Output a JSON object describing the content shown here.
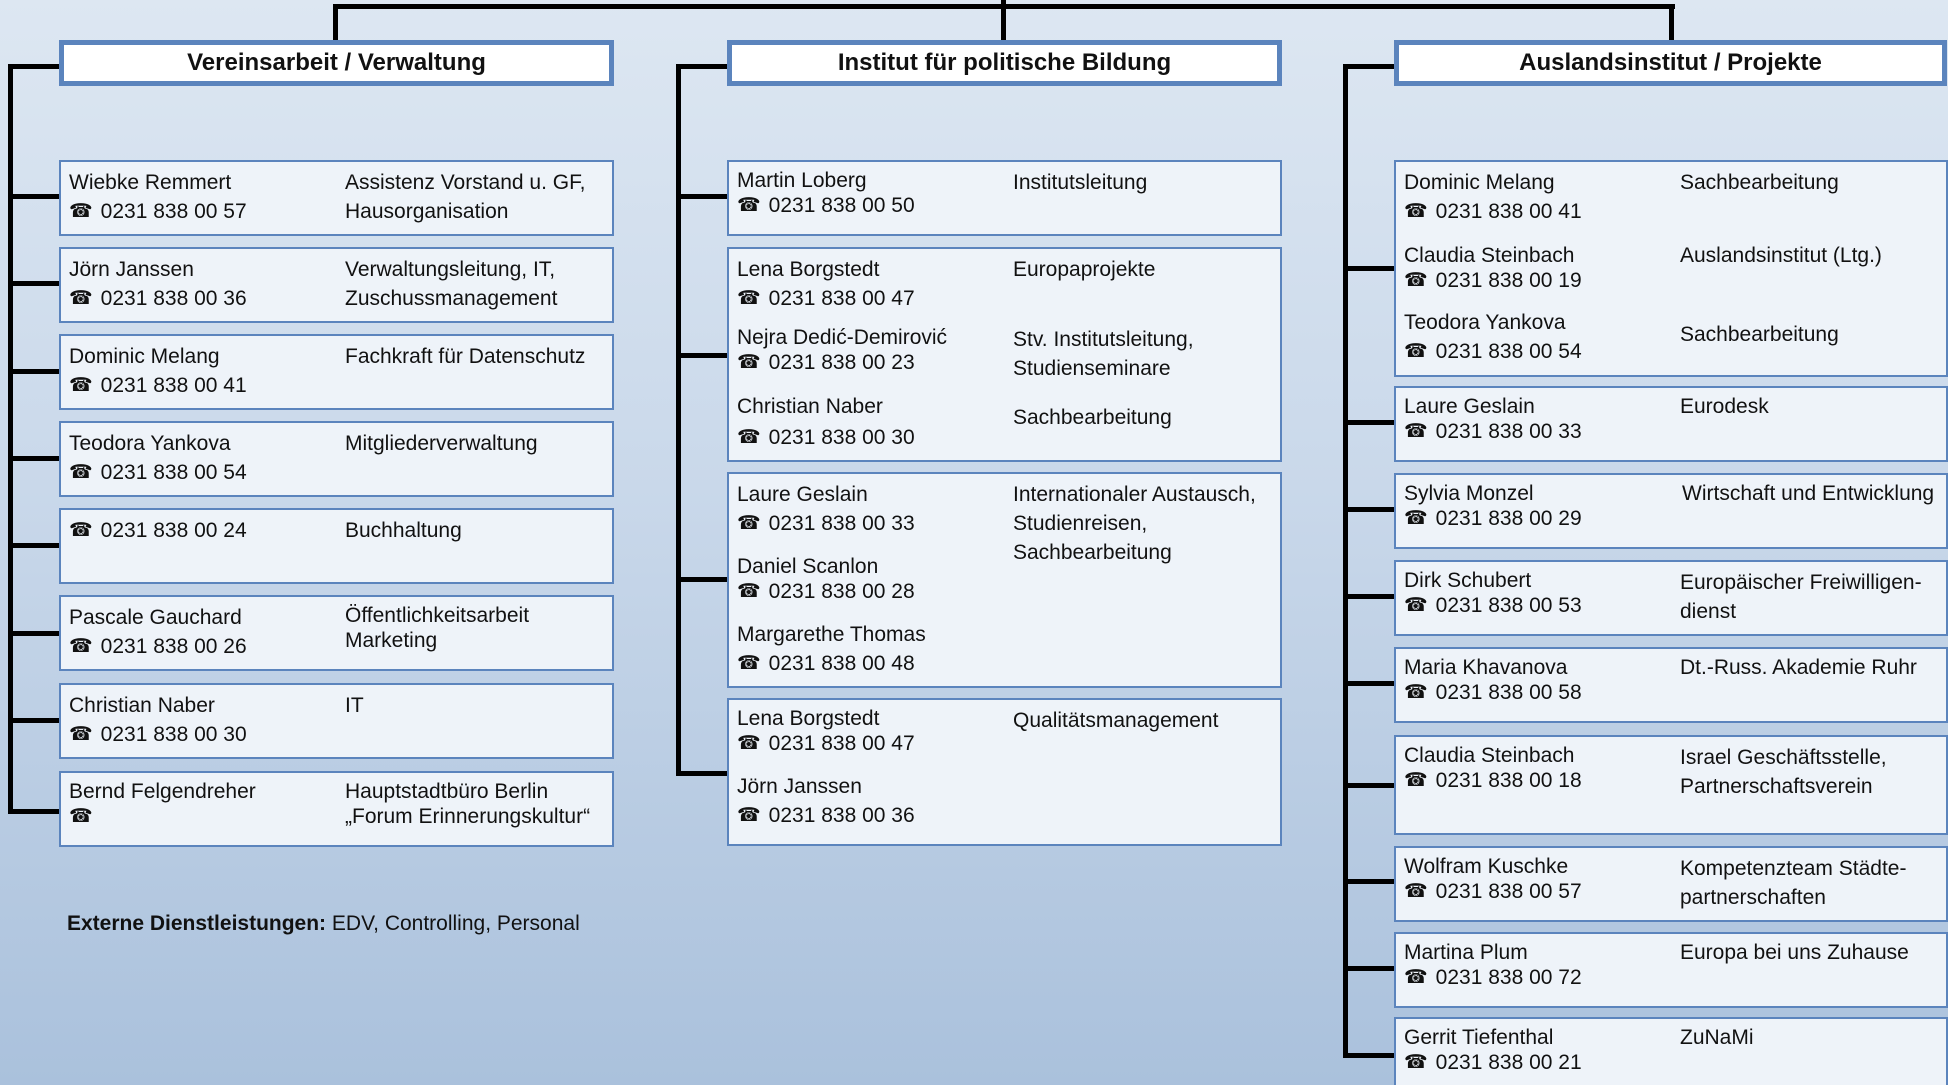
{
  "phone_icon": "telephone-icon",
  "headers": {
    "col1": "Vereinsarbeit / Verwaltung",
    "col2": "Institut für politische Bildung",
    "col3": "Auslandsinstitut / Projekte"
  },
  "col1": [
    {
      "name": "Wiebke Remmert",
      "phone": "0231 838 00 57",
      "role1": "Assistenz Vorstand u. GF,",
      "role2": "Hausorganisation"
    },
    {
      "name": "Jörn Janssen",
      "phone": "0231 838 00 36",
      "role1": "Verwaltungsleitung, IT,",
      "role2": "Zuschussmanagement"
    },
    {
      "name": "Dominic Melang",
      "phone": "0231 838 00 41",
      "role1": "Fachkraft für Datenschutz",
      "role2": ""
    },
    {
      "name": "Teodora Yankova",
      "phone": "0231 838 00 54",
      "role1": "Mitgliederverwaltung",
      "role2": ""
    },
    {
      "name": "",
      "phone": "0231 838 00 24",
      "role1": "Buchhaltung",
      "role2": ""
    },
    {
      "name": "Pascale Gauchard",
      "phone": "0231 838 00 26",
      "role1": "Öffentlichkeitsarbeit",
      "role2": "Marketing"
    },
    {
      "name": "Christian Naber",
      "phone": "0231 838 00 30",
      "role1": "IT",
      "role2": ""
    },
    {
      "name": "Bernd Felgendreher",
      "phone": "",
      "role1": "Hauptstadtbüro Berlin",
      "role2": "„Forum Erinnerungskultur“"
    }
  ],
  "col2": {
    "c1": {
      "name": "Martin Loberg",
      "phone": "0231 838 00 50",
      "role": "Institutsleitung"
    },
    "c2": [
      {
        "name": "Lena Borgstedt",
        "phone": "0231 838 00 47",
        "role1": "Europaprojekte",
        "role2": ""
      },
      {
        "name": "Nejra Dedić-Demirović",
        "phone": "0231 838 00 23",
        "role1": "Stv. Institutsleitung,",
        "role2": "Studienseminare"
      },
      {
        "name": "Christian Naber",
        "phone": "0231 838 00 30",
        "role1": "Sachbearbeitung",
        "role2": ""
      }
    ],
    "c3": {
      "people": [
        {
          "name": "Laure Geslain",
          "phone": "0231 838 00 33"
        },
        {
          "name": "Daniel Scanlon",
          "phone": "0231 838 00 28"
        },
        {
          "name": "Margarethe Thomas",
          "phone": "0231 838 00 48"
        }
      ],
      "role1": "Internationaler Austausch,",
      "role2": "Studienreisen,",
      "role3": "Sachbearbeitung"
    },
    "c4": {
      "people": [
        {
          "name": "Lena Borgstedt",
          "phone": "0231 838 00 47"
        },
        {
          "name": "Jörn Janssen",
          "phone": "0231 838 00 36"
        }
      ],
      "role": "Qualitätsmanagement"
    }
  },
  "col3": {
    "c1": [
      {
        "name": "Dominic Melang",
        "phone": "0231 838 00 41",
        "role1": "Sachbearbeitung"
      },
      {
        "name": "Claudia Steinbach",
        "phone": "0231 838 00 19",
        "role1": "Auslandsinstitut (Ltg.)"
      },
      {
        "name": "Teodora Yankova",
        "phone": "0231 838 00 54",
        "role1": "Sachbearbeitung"
      }
    ],
    "cards": [
      {
        "name": "Laure Geslain",
        "phone": "0231 838 00 33",
        "role1": "Eurodesk",
        "role2": ""
      },
      {
        "name": "Sylvia Monzel",
        "phone": "0231 838 00 29",
        "role1": "Wirtschaft und Entwicklung",
        "role2": ""
      },
      {
        "name": "Dirk Schubert",
        "phone": "0231 838 00 53",
        "role1": "Europäischer Freiwilligen-",
        "role2": "dienst"
      },
      {
        "name": "Maria Khavanova",
        "phone": "0231 838 00 58",
        "role1": "Dt.-Russ. Akademie Ruhr",
        "role2": ""
      },
      {
        "name": "Claudia Steinbach",
        "phone": "0231 838 00 18",
        "role1": "Israel Geschäftsstelle,",
        "role2": "Partnerschaftsverein"
      },
      {
        "name": "Wolfram Kuschke",
        "phone": "0231 838 00 57",
        "role1": "Kompetenzteam Städte-",
        "role2": "partnerschaften"
      },
      {
        "name": "Martina Plum",
        "phone": "0231 838 00 72",
        "role1": "Europa bei uns Zuhause",
        "role2": ""
      },
      {
        "name": "Gerrit Tiefenthal",
        "phone": "0231 838 00 21",
        "role1": "ZuNaMi",
        "role2": ""
      }
    ]
  },
  "footnote": {
    "label": "Externe Dienstleistungen:",
    "text": " EDV, Controlling, Personal"
  }
}
